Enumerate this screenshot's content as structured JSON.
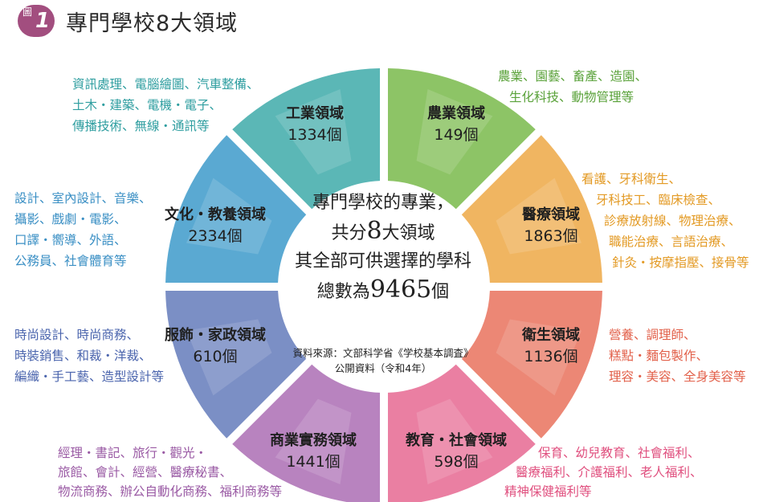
{
  "header": {
    "figure_label": "圖",
    "figure_number": "1",
    "title": "專門學校8大領域"
  },
  "center": {
    "line1": "專門學校的專業，",
    "line2_prefix": "共分",
    "line2_num": "8",
    "line2_suffix": "大領域",
    "line3": "其全部可供選擇的學科",
    "line4_prefix": "總數為",
    "line4_num": "9465",
    "line4_suffix": "個",
    "source_line1": "資料來源：文部科学省《学校基本調査》",
    "source_line2": "公開資料（令和4年）"
  },
  "segments": [
    {
      "name": "工業領域",
      "count": "1334個",
      "color": "#5bb7b6",
      "details": [
        "資訊處理、電腦繪圖、汽車整備、",
        "土木・建築、電機・電子、",
        "傳播技術、無線・通訊等"
      ]
    },
    {
      "name": "農業領域",
      "count": "149個",
      "color": "#8dc466",
      "details": [
        "農業、園藝、畜產、造園、",
        "生化科技、動物管理等"
      ]
    },
    {
      "name": "醫療領域",
      "count": "1863個",
      "color": "#f0b561",
      "details": [
        "看護、牙科衛生、",
        "牙科技工、臨床檢查、",
        "診療放射線、物理治療、",
        "職能治療、言語治療、",
        "針灸・按摩指壓、接骨等"
      ]
    },
    {
      "name": "衛生領域",
      "count": "1136個",
      "color": "#ec8775",
      "details": [
        "營養、調理師、",
        "糕點・麵包製作、",
        "理容・美容、全身美容等"
      ]
    },
    {
      "name": "教育・社會領域",
      "count": "598個",
      "color": "#ea7fa2",
      "details": [
        "保育、幼兒教育、社會福利、",
        "醫療福利、介護福利、老人福利、",
        "精神保健福利等"
      ]
    },
    {
      "name": "商業實務領域",
      "count": "1441個",
      "color": "#b883bf",
      "details": [
        "經理・書記、旅行・觀光・",
        "旅館、會計、經營、醫療秘書、",
        "物流商務、辦公自動化商務、福利商務等"
      ]
    },
    {
      "name": "服飾・家政領域",
      "count": "610個",
      "color": "#7b8fc5",
      "details": [
        "時尚設計、時尚商務、",
        "時裝銷售、和裁・洋裁、",
        "編織・手工藝、造型設計等"
      ]
    },
    {
      "name": "文化・教養領域",
      "count": "2334個",
      "color": "#5aa9d2",
      "details": [
        "設計、室內設計、音樂、",
        "攝影、戲劇・電影、",
        "口譯・嚮導、外語、",
        "公務員、社會體育等"
      ]
    }
  ],
  "colors": {
    "badge": "#a24e7f",
    "industry_text": "#2f9ea0",
    "agri_text": "#5aa23a",
    "medical_text": "#e39a24",
    "hygiene_text": "#e2604a",
    "education_text": "#e0507f",
    "commerce_text": "#9a5aa4",
    "fashion_text": "#4a64ad",
    "culture_text": "#3a8fc4"
  }
}
